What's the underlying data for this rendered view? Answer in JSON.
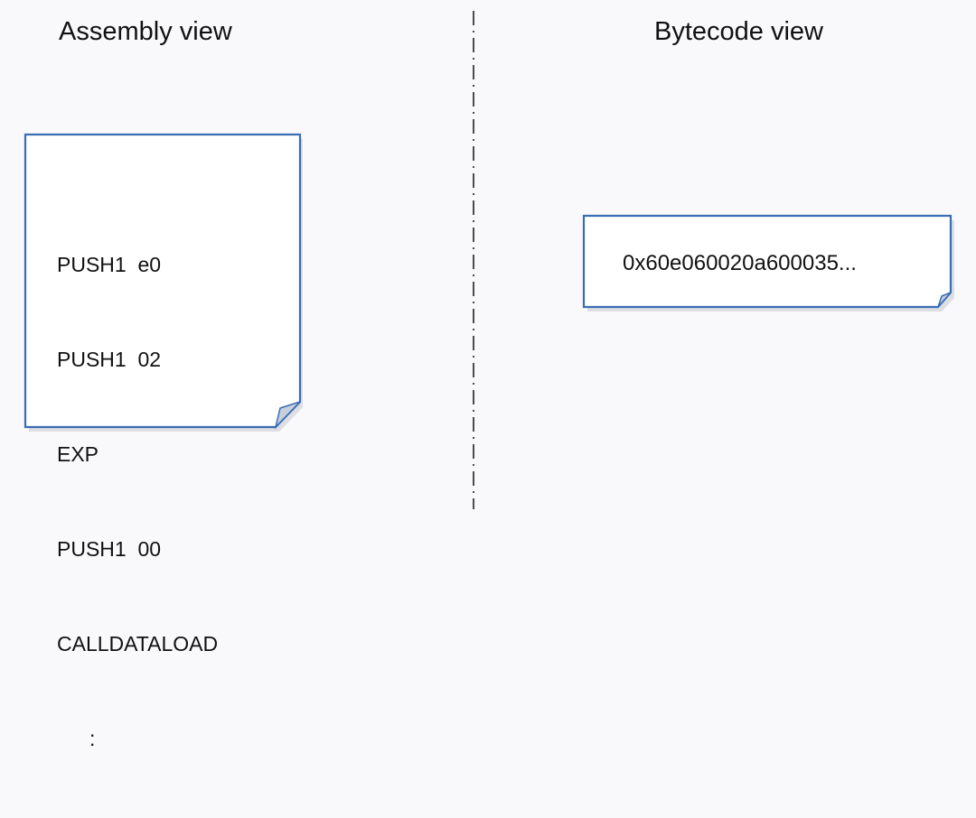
{
  "headings": {
    "left": "Assembly view",
    "right": "Bytecode view"
  },
  "assembly_note": {
    "lines": [
      "PUSH1  e0",
      "PUSH1  02",
      "EXP",
      "PUSH1  00",
      "CALLDATALOAD"
    ],
    "continuation": ":"
  },
  "bytecode_note": {
    "text": "0x60e060020a600035..."
  },
  "colors": {
    "note_border": "#3a6db3",
    "note_fill": "#ffffff",
    "page_fold": "#c7cfdc",
    "divider": "#222222",
    "background": "#f9f9fc"
  }
}
